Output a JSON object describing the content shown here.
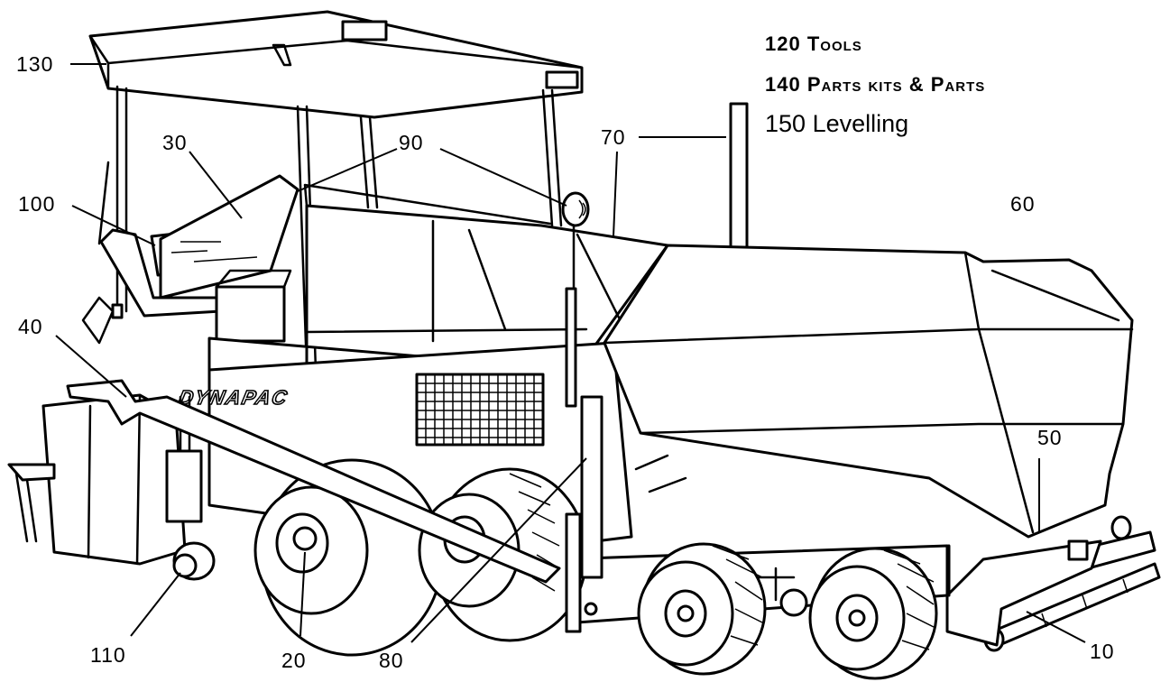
{
  "legend": [
    {
      "code": "120",
      "label": "Tools"
    },
    {
      "code": "140",
      "label": "Parts kits & Parts"
    },
    {
      "code": "150",
      "label": "Levelling"
    }
  ],
  "brand": "DYNAPAC",
  "callouts": {
    "c130": "130",
    "c30": "30",
    "c90": "90",
    "c70": "70",
    "c100": "100",
    "c60": "60",
    "c40": "40",
    "c50": "50",
    "c110": "110",
    "c20": "20",
    "c80": "80",
    "c10": "10"
  },
  "colors": {
    "line": "#000000",
    "background": "#ffffff"
  }
}
